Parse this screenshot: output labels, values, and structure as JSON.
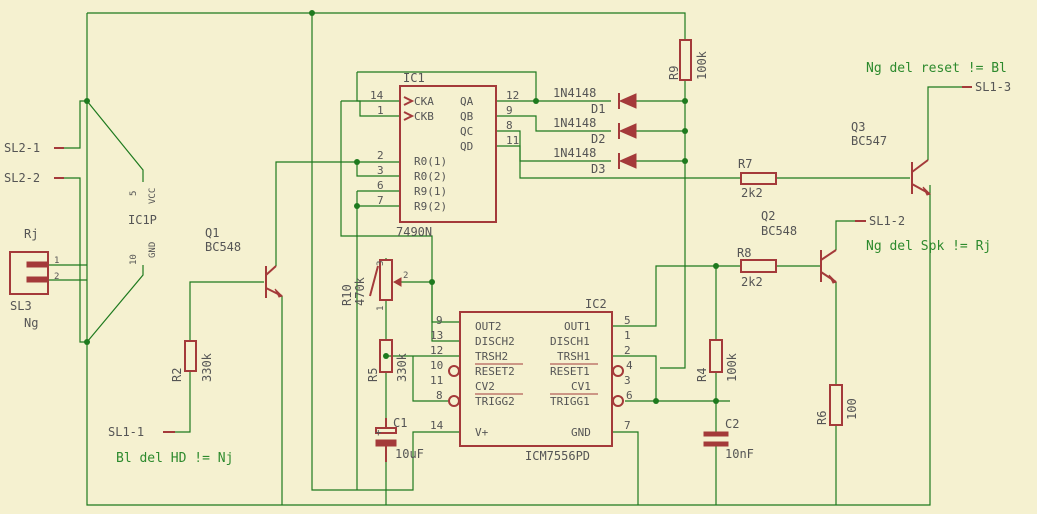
{
  "colors": {
    "background": "#f5f1d0",
    "wire": "#1e7a1e",
    "part": "#a43a3a",
    "label": "#555555",
    "note": "#2d8a2d"
  },
  "parts": {
    "ic1": {
      "name": "IC1",
      "value": "7490N",
      "pins_left": [
        {
          "num": "14",
          "name": "CKA"
        },
        {
          "num": "1",
          "name": "CKB"
        },
        {
          "num": "2",
          "name": "R0(1)"
        },
        {
          "num": "3",
          "name": "R0(2)"
        },
        {
          "num": "6",
          "name": "R9(1)"
        },
        {
          "num": "7",
          "name": "R9(2)"
        }
      ],
      "pins_right": [
        {
          "num": "12",
          "name": "QA"
        },
        {
          "num": "9",
          "name": "QB"
        },
        {
          "num": "8",
          "name": "QC"
        },
        {
          "num": "11",
          "name": "QD"
        }
      ]
    },
    "ic2": {
      "name": "IC2",
      "value": "ICM7556PD",
      "pins_left": [
        {
          "num": "9",
          "name": "OUT2"
        },
        {
          "num": "13",
          "name": "DISCH2"
        },
        {
          "num": "12",
          "name": "TRSH2"
        },
        {
          "num": "10",
          "name": "RESET2"
        },
        {
          "num": "11",
          "name": "CV2"
        },
        {
          "num": "8",
          "name": "TRIGG2"
        },
        {
          "num": "14",
          "name": "V+"
        }
      ],
      "pins_right": [
        {
          "num": "5",
          "name": "OUT1"
        },
        {
          "num": "1",
          "name": "DISCH1"
        },
        {
          "num": "2",
          "name": "TRSH1"
        },
        {
          "num": "4",
          "name": "RESET1"
        },
        {
          "num": "3",
          "name": "CV1"
        },
        {
          "num": "6",
          "name": "TRIGG1"
        },
        {
          "num": "7",
          "name": "GND"
        }
      ]
    },
    "ic1p": {
      "name": "IC1P",
      "vcc_pin": "5",
      "vcc": "VCC",
      "gnd_pin": "10",
      "gnd": "GND"
    },
    "q1": {
      "name": "Q1",
      "value": "BC548"
    },
    "q2": {
      "name": "Q2",
      "value": "BC548"
    },
    "q3": {
      "name": "Q3",
      "value": "BC547"
    },
    "r2": {
      "name": "R2",
      "value": "330k"
    },
    "r4": {
      "name": "R4",
      "value": "100k"
    },
    "r5": {
      "name": "R5",
      "value": "330k"
    },
    "r6": {
      "name": "R6",
      "value": "100"
    },
    "r7": {
      "name": "R7",
      "value": "2k2"
    },
    "r8": {
      "name": "R8",
      "value": "2k2"
    },
    "r9": {
      "name": "R9",
      "value": "100k"
    },
    "r10": {
      "name": "R10",
      "value": "470k",
      "pin_a": "1",
      "pin_w": "2",
      "pin_b": "3"
    },
    "c1": {
      "name": "C1",
      "value": "10uF"
    },
    "c2": {
      "name": "C2",
      "value": "10nF"
    },
    "d1": {
      "name": "D1",
      "value": "1N4148"
    },
    "d2": {
      "name": "D2",
      "value": "1N4148"
    },
    "d3": {
      "name": "D3",
      "value": "1N4148"
    },
    "sl3": {
      "name": "SL3",
      "pin1": "1",
      "pin2": "2"
    }
  },
  "connectors": {
    "sl1_1": "SL1-1",
    "sl1_2": "SL1-2",
    "sl1_3": "SL1-3",
    "sl2_1": "SL2-1",
    "sl2_2": "SL2-2"
  },
  "notes": {
    "rj": "Rj",
    "ng": "Ng",
    "hd": "Bl del HD != Nj",
    "spk": "Ng del Spk != Rj",
    "reset": "Ng del reset != Bl"
  }
}
